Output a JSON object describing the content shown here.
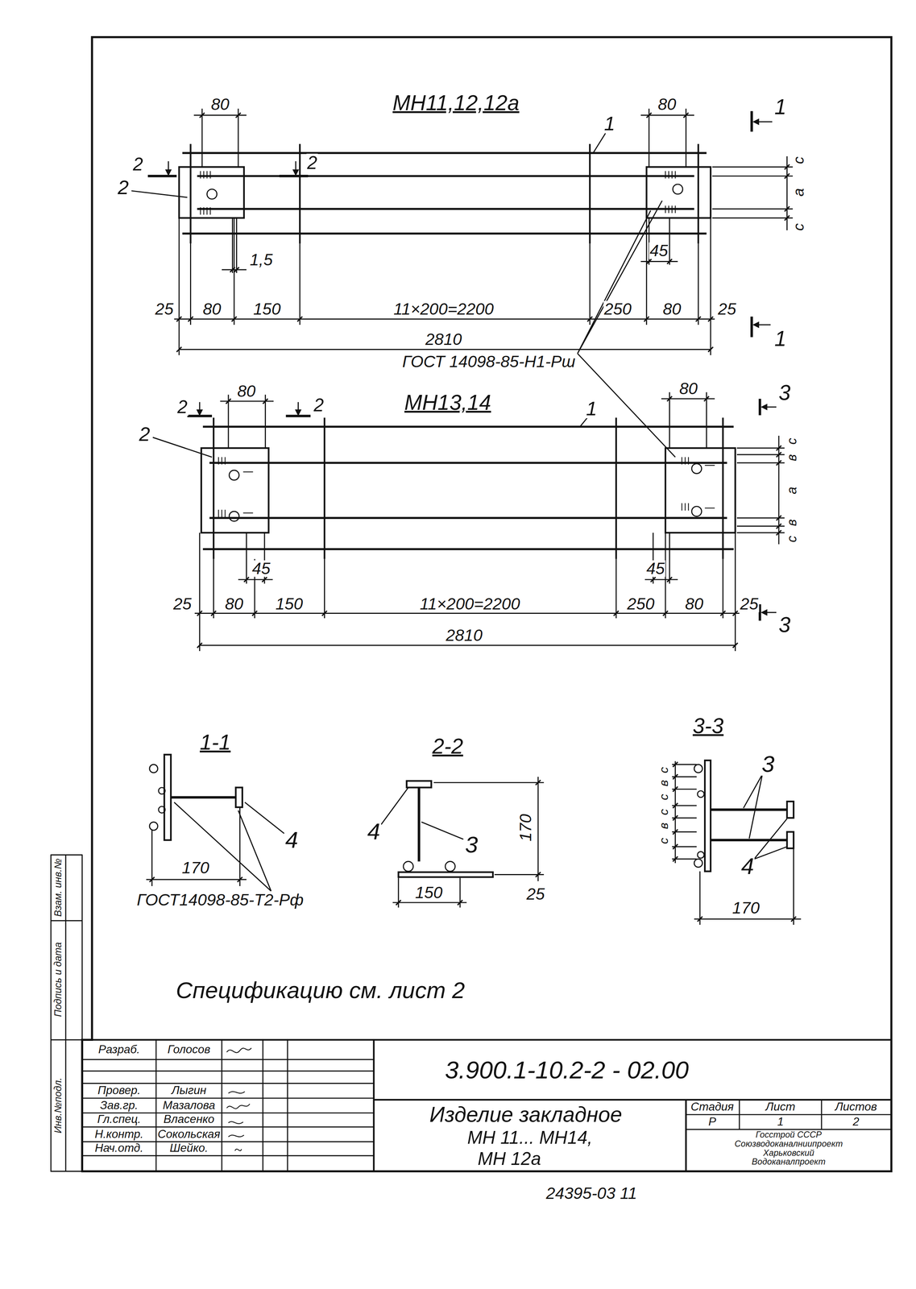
{
  "diagram": {
    "labels": [
      "80",
      "МН11,12,12а",
      "2",
      "2",
      "2",
      "1",
      "80",
      "1",
      "с",
      "а",
      "с",
      "1,5",
      "45",
      "25",
      "80",
      "150",
      "11×200=2200",
      "250",
      "80",
      "25",
      "1",
      "2810",
      "ГОСТ 14098-85-Н1-Рш",
      "2",
      "80",
      "2",
      "МН13,14",
      "2",
      "1",
      "80",
      "3",
      "с",
      "в",
      "а",
      "в",
      "с",
      "45",
      "45",
      "25",
      "80",
      "150",
      "11×200=2200",
      "250",
      "80",
      "25",
      "2810",
      "3",
      "1-1",
      "2-2",
      "3-3",
      "4",
      "170",
      "ГОСТ14098-85-Т2-Рф",
      "4",
      "3",
      "170",
      "150",
      "25",
      "3",
      "4",
      "170",
      "с",
      "в",
      "с",
      "с",
      "в",
      "с",
      "Спецификацию см. лист 2",
      "Взам. инв.№",
      "Подпись и дата",
      "Инв.№подл.",
      "Разраб.",
      "Голосов",
      "Провер.",
      "Лыгин",
      "Зав.гр.",
      "Мазалова",
      "Гл.спец.",
      "Власенко",
      "Н.контр.",
      "Сокольская",
      "Нач.отд.",
      "Шейко.",
      "3.900.1-10.2-2 - 02.00",
      "Изделие закладное",
      "МН 11... МН14,",
      "МН 12а",
      "Стадия",
      "Лист",
      "Листов",
      "Р",
      "1",
      "2",
      "Госстрой СССР",
      "Союзводоканалниипроект",
      "Харьковский",
      "Водоканалпроект",
      "24395-03 11"
    ]
  }
}
